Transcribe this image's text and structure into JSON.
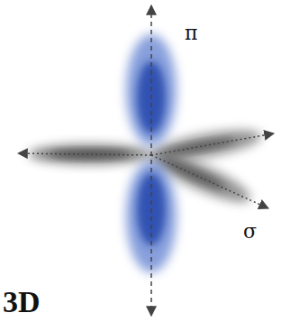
{
  "diagram": {
    "labels": [
      "π",
      "σ",
      "3D"
    ]
  }
}
